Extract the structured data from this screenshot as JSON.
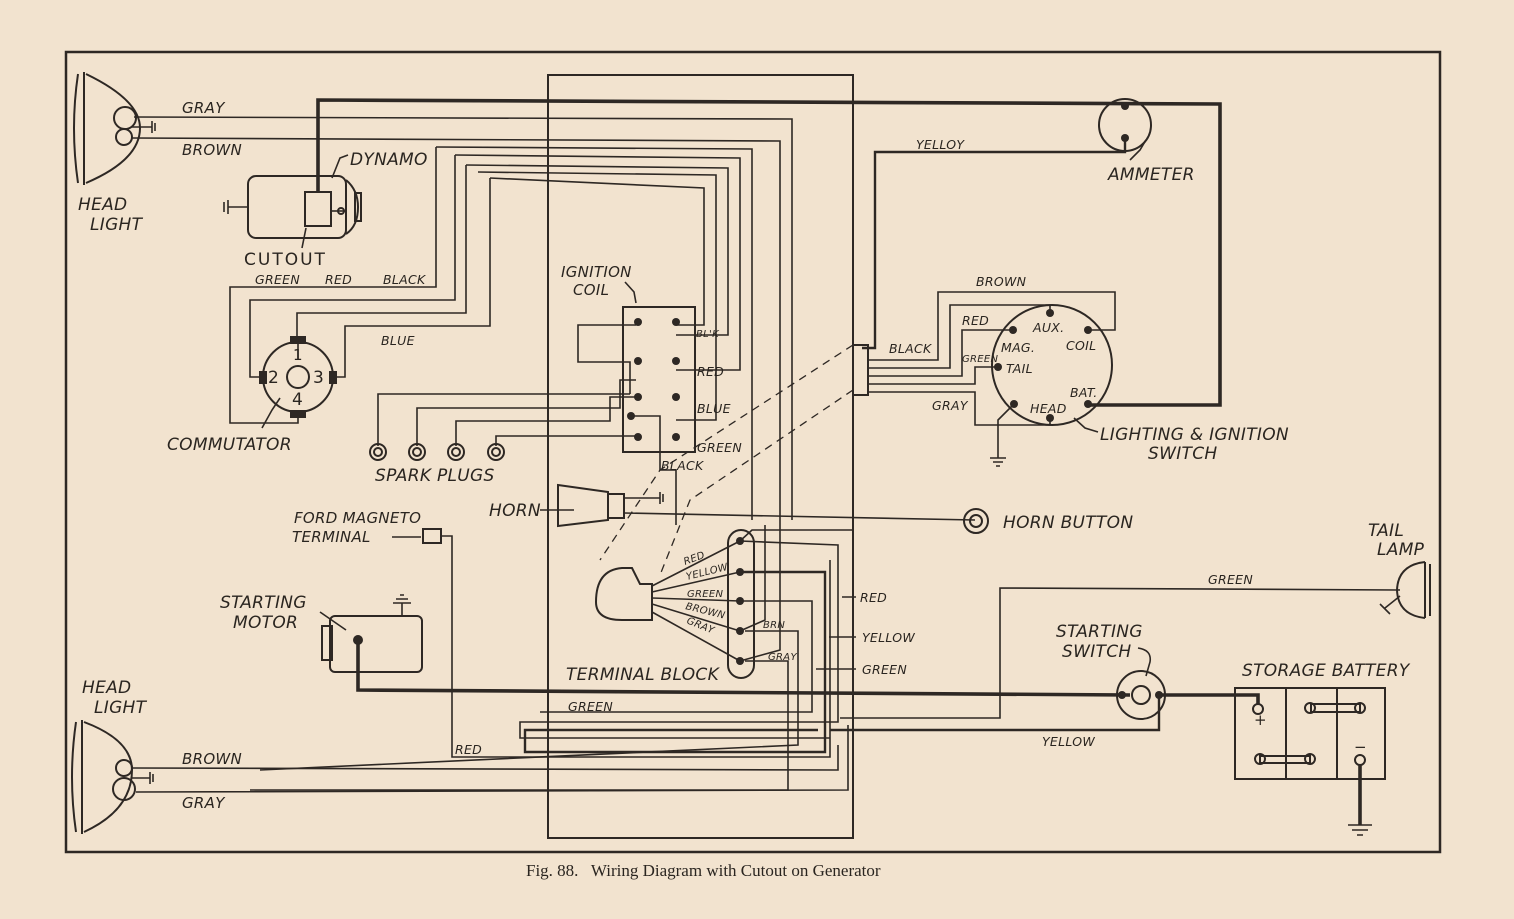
{
  "figure": {
    "caption": "Fig. 88.   Wiring Diagram with Cutout on Generator",
    "background_color": "#f2e3cf",
    "ink_color": "#2e2824"
  },
  "components": {
    "head_light_top": [
      "HEAD",
      "LIGHT"
    ],
    "head_light_bottom": [
      "HEAD",
      "LIGHT"
    ],
    "dynamo": "DYNAMO",
    "cutout": "CUTOUT",
    "commutator": "COMMUTATOR",
    "commutator_terminals": [
      "1",
      "2",
      "3",
      "4"
    ],
    "spark_plugs": "SPARK PLUGS",
    "ignition_coil": [
      "IGNITION",
      "COIL"
    ],
    "ammeter": "AMMETER",
    "lighting_ignition_switch": [
      "LIGHTING & IGNITION",
      "SWITCH"
    ],
    "switch_terminals": [
      "AUX.",
      "COIL",
      "MAG.",
      "TAIL",
      "BAT.",
      "HEAD"
    ],
    "horn": "HORN",
    "horn_button": "HORN BUTTON",
    "ford_magneto_terminal": [
      "FORD MAGNETO",
      "TERMINAL"
    ],
    "starting_motor": [
      "STARTING",
      "MOTOR"
    ],
    "terminal_block": "TERMINAL BLOCK",
    "tail_lamp": [
      "TAIL",
      "LAMP"
    ],
    "starting_switch": [
      "STARTING",
      "SWITCH"
    ],
    "storage_battery": "STORAGE BATTERY",
    "battery_plus": "+",
    "battery_minus": "−"
  },
  "wire_labels": {
    "top_gray": "GRAY",
    "top_brown": "BROWN",
    "cutout_green": "GREEN",
    "cutout_red": "RED",
    "cutout_black": "BLACK",
    "cutout_blue": "BLUE",
    "coil_blk": "BL'K",
    "coil_red": "RED",
    "coil_blue": "BLUE",
    "coil_green": "GREEN",
    "coil_black": "BLACK",
    "ammeter_yellow": "YELLOY",
    "switch_brown": "BROWN",
    "switch_red": "RED",
    "switch_green": "GREEN",
    "switch_black": "BLACK",
    "switch_gray": "GRAY",
    "tb_red": "RED",
    "tb_yellow": "YELLOW",
    "tb_green": "GREEN",
    "tb_brown": "BROWN",
    "tb_gray": "GRAY",
    "tb_brn": "BRN",
    "tb_gray2": "GRAY",
    "side_red": "RED",
    "side_yellow": "YELLOW",
    "side_green": "GREEN",
    "bottom_green": "GREEN",
    "bottom_red": "RED",
    "bottom_brown": "BROWN",
    "bottom_gray": "GRAY",
    "tail_green": "GREEN",
    "battery_yellow": "YELLOW"
  }
}
